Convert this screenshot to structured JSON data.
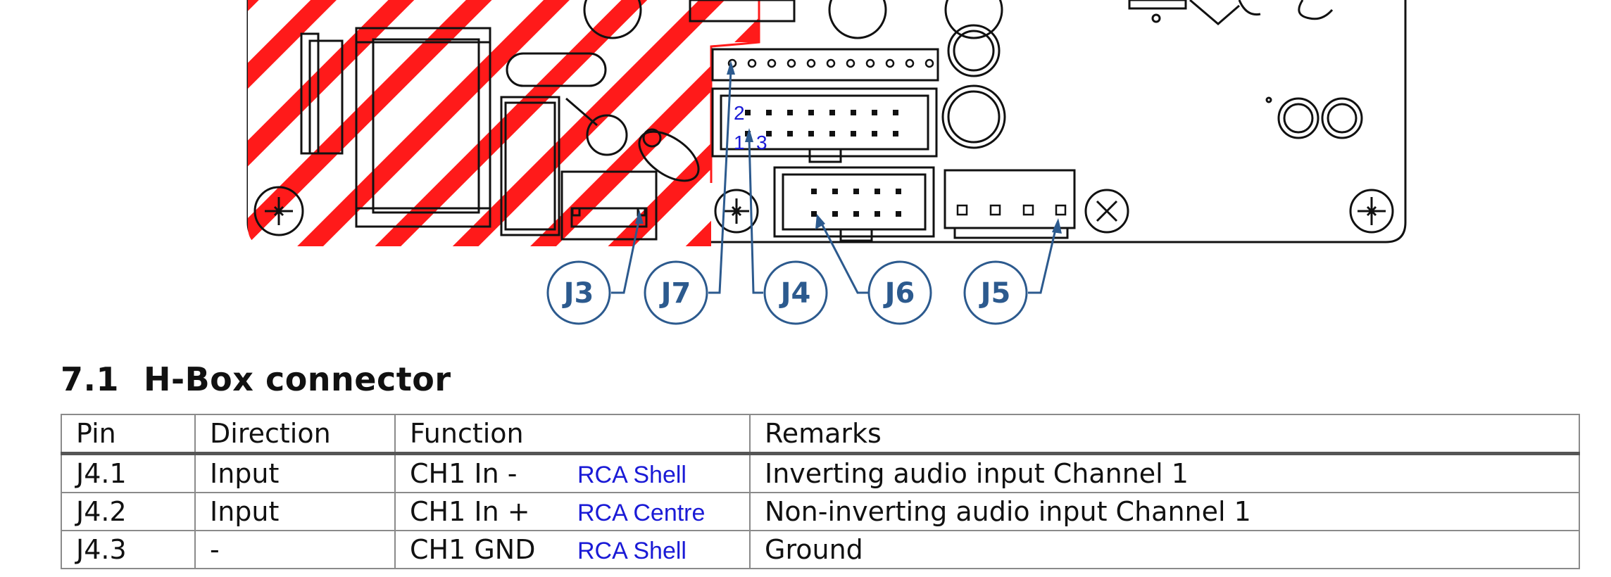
{
  "diagram": {
    "callouts": [
      "J3",
      "J7",
      "J4",
      "J6",
      "J5"
    ],
    "pin_labels": [
      "2",
      "1",
      "3"
    ],
    "hatch_color": "#ff1a1a",
    "callout_color": "#2c5a8e",
    "pin_label_color": "#1a1ad6"
  },
  "section": {
    "number": "7.1",
    "title": "H-Box connector"
  },
  "table": {
    "headers": [
      "Pin",
      "Direction",
      "Function",
      "Remarks"
    ],
    "rows": [
      {
        "pin": "J4.1",
        "direction": "Input",
        "function": "CH1 In -",
        "note": "RCA Shell",
        "remarks": "Inverting audio input Channel 1"
      },
      {
        "pin": "J4.2",
        "direction": "Input",
        "function": "CH1 In +",
        "note": "RCA Centre",
        "remarks": "Non-inverting audio input Channel 1"
      },
      {
        "pin": "J4.3",
        "direction": "-",
        "function": "CH1 GND",
        "note": "RCA Shell",
        "remarks": "Ground"
      }
    ]
  }
}
